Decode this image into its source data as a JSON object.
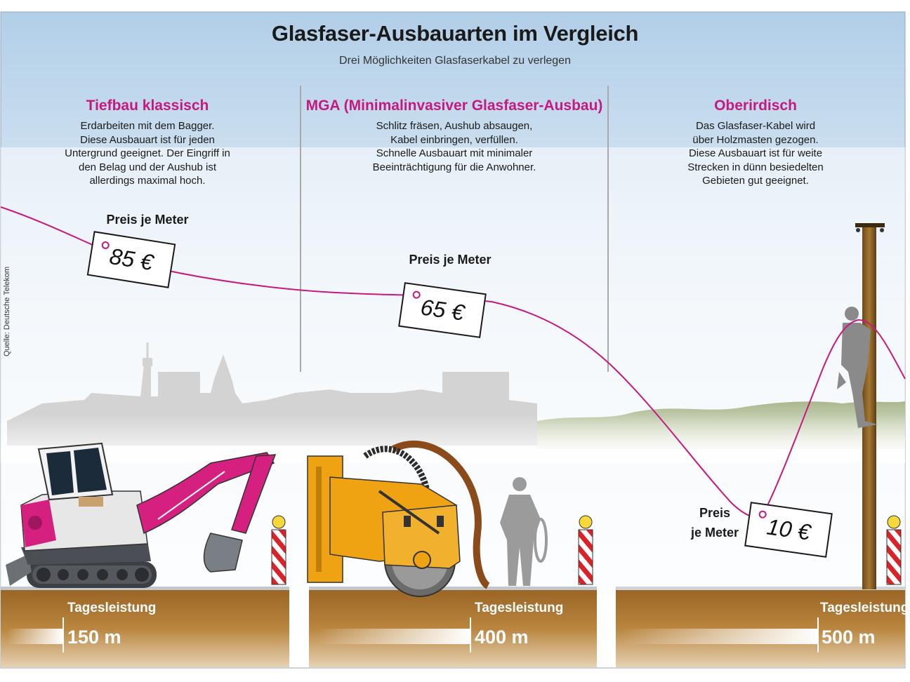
{
  "header": {
    "title": "Glasfaser-Ausbauarten im Vergleich",
    "subtitle": "Drei Möglichkeiten Glasfaserkabel zu verlegen"
  },
  "source": "Quelle: Deutsche Telekom",
  "colors": {
    "accent": "#c6197f",
    "soil": "#a7712f",
    "sky": "#b7d3ea",
    "excavator_pink": "#d6207f",
    "machine_orange": "#efa312"
  },
  "methods": [
    {
      "heading": "Tiefbau klassisch",
      "lines": [
        "Erdarbeiten mit dem Bagger.",
        "Diese Ausbauart ist für jeden",
        "Untergrund geeignet. Der Eingriff in",
        "den Belag und der Aushub ist",
        "allerdings maximal hoch."
      ],
      "price_label": "Preis je Meter",
      "price": "85 €",
      "performance_label": "Tagesleistung",
      "performance": "150 m",
      "performance_fraction": 0.3
    },
    {
      "heading": "MGA (Minimalinvasiver Glasfaser-Ausbau)",
      "lines": [
        "Schlitz fräsen, Aushub absaugen,",
        "Kabel einbringen, verfüllen.",
        "Schnelle Ausbauart mit minimaler",
        "Beeinträchtigung für die Anwohner."
      ],
      "price_label": "Preis je Meter",
      "price": "65 €",
      "performance_label": "Tagesleistung",
      "performance": "400 m",
      "performance_fraction": 0.8
    },
    {
      "heading": "Oberirdisch",
      "lines": [
        "Das Glasfaser-Kabel wird",
        "über Holzmasten gezogen.",
        "Diese Ausbauart ist für weite",
        "Strecken in dünn besiedelten",
        "Gebieten gut geeignet."
      ],
      "price_label_lines": [
        "Preis",
        "je Meter"
      ],
      "price": "10 €",
      "performance_label": "Tagesleistung",
      "performance": "500 m",
      "performance_fraction": 1.0
    }
  ],
  "icons": [
    "excavator-icon",
    "trenching-machine-icon",
    "worker-silhouette-icon",
    "climbing-worker-icon",
    "utility-pole-icon",
    "barrier-post-icon",
    "city-skyline-icon"
  ]
}
